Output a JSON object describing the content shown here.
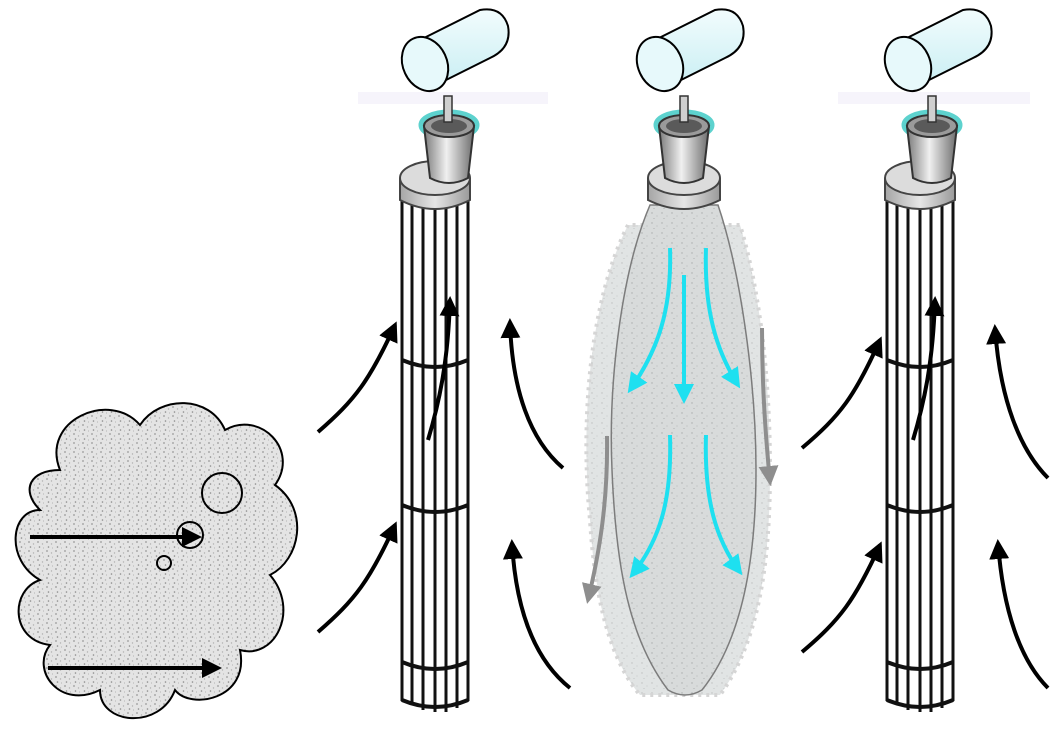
{
  "diagram": {
    "panels": [
      {
        "id": "dust-cloud",
        "kind": "dust-cloud"
      },
      {
        "id": "filtering-left",
        "kind": "bag-on-cage",
        "state": "filtering"
      },
      {
        "id": "pulse-cleaning",
        "kind": "inflated-bag",
        "state": "pulse-cleaning"
      },
      {
        "id": "filtering-right",
        "kind": "bag-on-cage",
        "state": "filtering"
      }
    ],
    "colors": {
      "background": "#ffffff",
      "outline": "#000000",
      "dust_fill": "#e2e2e2",
      "dust_speckle": "#8a8a8a",
      "pipe_fill": "#dcf5f8",
      "nozzle_glow": "#35c7c2",
      "cage_wire": "#111111",
      "cage_plate": "#cfcfcf",
      "bag_fill": "#d6d9d9",
      "pulse_arrow": "#1ee0f0",
      "falling_dust_arrow": "#8e8e8e",
      "gas_flow_arrow": "#000000"
    },
    "icons": [
      "compressed-air-pipe-icon",
      "venturi-nozzle-icon",
      "flow-arrow-icon"
    ]
  }
}
